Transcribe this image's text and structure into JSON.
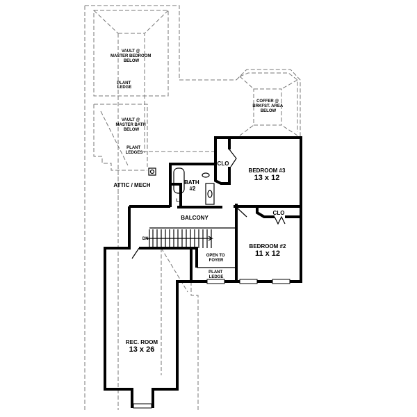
{
  "plan": {
    "vault_master_bedroom": [
      "VAULT @",
      "MASTER BEDROOM",
      "BELOW"
    ],
    "plant_ledge_upper": [
      "PLANT",
      "LEDGE"
    ],
    "vault_master_bath": [
      "VAULT @",
      "MASTER BATH",
      "BELOW"
    ],
    "plant_ledges": [
      "PLANT",
      "LEDGES"
    ],
    "attic_mech": "ATTIC / MECH",
    "coffer": [
      "COFFER @",
      "BRKFST. AREA",
      "BELOW"
    ],
    "clo_bedroom3": "CLO",
    "bedroom3": {
      "name": "BEDROOM #3",
      "size": "13 x 12"
    },
    "bath2": [
      "BATH",
      "#2"
    ],
    "linen": "L.",
    "balcony": "BALCONY",
    "stairs_dn": "DN.",
    "open_to_foyer": [
      "OPEN TO",
      "FOYER"
    ],
    "plant_ledge_lower": [
      "PLANT",
      "LEDGE"
    ],
    "bedroom2": {
      "name": "BEDROOM #2",
      "size": "11 x 12"
    },
    "clo_bedroom2": "CLO",
    "rec_room": {
      "name": "REC. ROOM",
      "size": "13 x 26"
    }
  }
}
